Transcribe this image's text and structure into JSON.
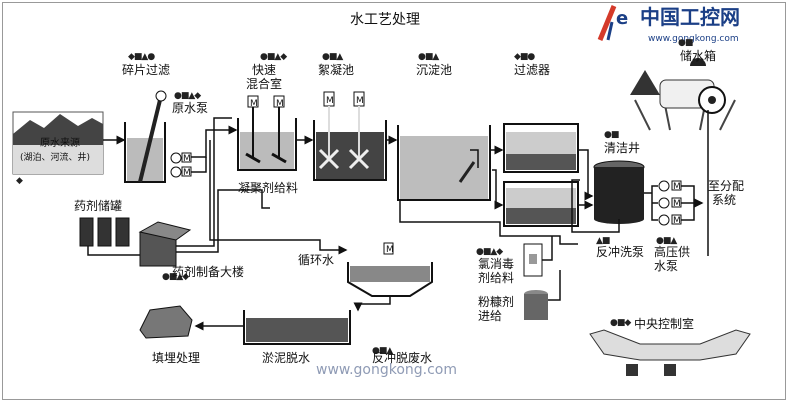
{
  "title": "水工艺处理",
  "watermark": {
    "brand": "中国工控网",
    "url_top": "www.gongkong.com",
    "url_bottom": "www.gongkong.com",
    "logo_text": "e"
  },
  "labels": {
    "shredder": "碎片过滤",
    "raw_pump": "原水泵",
    "fast_mix_1": "快速",
    "fast_mix_2": "混合室",
    "flocculation": "絮凝池",
    "sedimentation": "沉淀池",
    "filter": "过滤器",
    "storage_tank": "储水箱",
    "clear_well": "清洁井",
    "distribution_1": "至分配",
    "distribution_2": "系统",
    "raw_source_1": "原水来源",
    "raw_source_2": "(湖泊、河流、井)",
    "chem_tank": "药剂储罐",
    "chem_building": "药剂制备大楼",
    "coagulant_feed": "凝聚剂给料",
    "recycle_water": "循环水",
    "chlorine_1": "氯消毒",
    "chlorine_2": "剂给料",
    "carbon_1": "粉糠剂",
    "carbon_2": "进给",
    "backwash_pump": "反冲洗泵",
    "hp_pump_1": "高压供",
    "hp_pump_2": "水泵",
    "control_room": "中央控制室",
    "landfill": "填埋处理",
    "sludge": "淤泥脱水",
    "backwash_waste": "反冲脱废水",
    "motor": "M"
  },
  "marks": {
    "shredder": "◆■▲●",
    "raw_pump": "●■▲◆",
    "fast_mix": "●■▲◆",
    "flocculation": "●■▲",
    "sedimentation": "●■▲",
    "filter": "◆■●",
    "storage_tank": "●■",
    "clear_well": "●■",
    "chlorine": "●■▲◆",
    "backwash_pump": "▲■",
    "hp_pump": "●■▲",
    "control_room": "●■◆",
    "chem_building": "●■▲◆",
    "backwash_waste": "●■▲",
    "raw_source": "◆"
  },
  "colors": {
    "ink": "#111111",
    "water": "#c8c8c8",
    "dark": "#333333",
    "brand_blue": "#1b3f86",
    "brand_red": "#d43a2a"
  }
}
